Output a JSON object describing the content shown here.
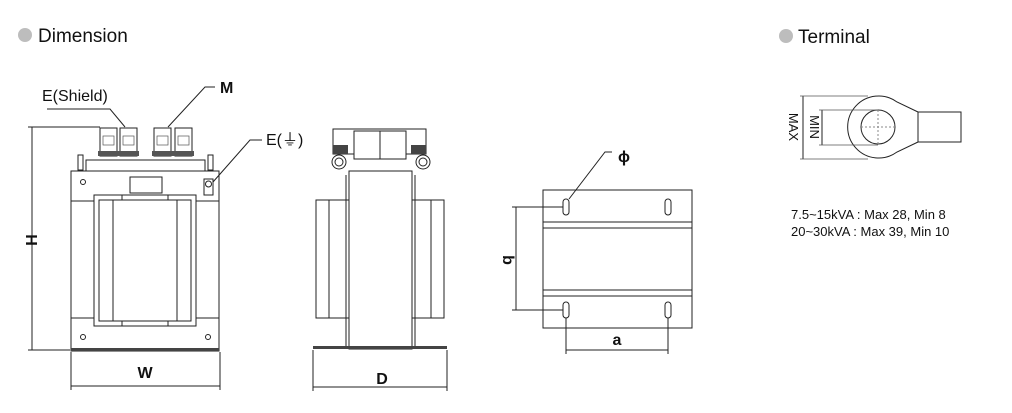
{
  "dimension": {
    "title": "Dimension",
    "labels": {
      "shield": "E(Shield)",
      "m": "M",
      "earth": "E(⏚)",
      "h": "H",
      "w": "W",
      "d": "D",
      "phi": "ϕ",
      "a": "a",
      "b": "b"
    }
  },
  "terminal": {
    "title": "Terminal",
    "max_label": "MAX",
    "min_label": "MIN",
    "specs": [
      "7.5~15kVA : Max 28,  Min 8",
      "20~30kVA : Max 39,  Min 10"
    ]
  },
  "colors": {
    "bullet": "#bdbdbd",
    "line": "#222222"
  }
}
